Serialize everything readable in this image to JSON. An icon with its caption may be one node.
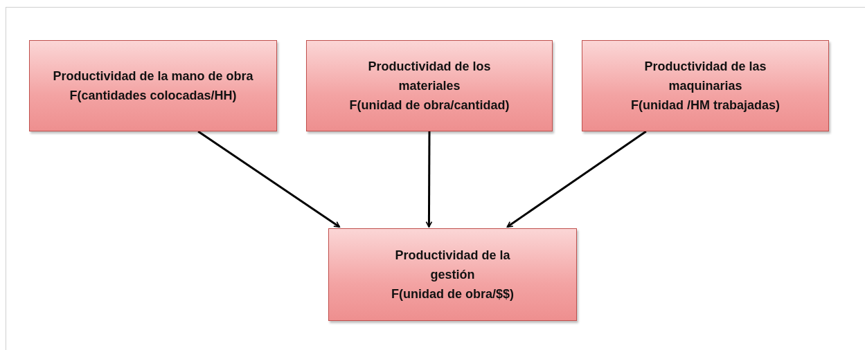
{
  "diagram": {
    "nodes": [
      {
        "text": [
          "Productividad de la mano de obra",
          "F(cantidades colocadas/HH)"
        ]
      },
      {
        "text": [
          "Productividad de los materiales",
          "F(unidad de obra/cantidad)"
        ]
      },
      {
        "text": [
          "Productividad de las maquinarias",
          "F(unidad /HM trabajadas)"
        ]
      },
      {
        "text": [
          "Productividad de la gestión",
          "F(unidad de obra/$$)"
        ]
      }
    ],
    "edges": [
      {
        "from": 0,
        "to": 3,
        "arrow": "to"
      },
      {
        "from": 1,
        "to": 3,
        "arrow": "to"
      },
      {
        "from": 2,
        "to": 3,
        "arrow": "to"
      }
    ]
  }
}
